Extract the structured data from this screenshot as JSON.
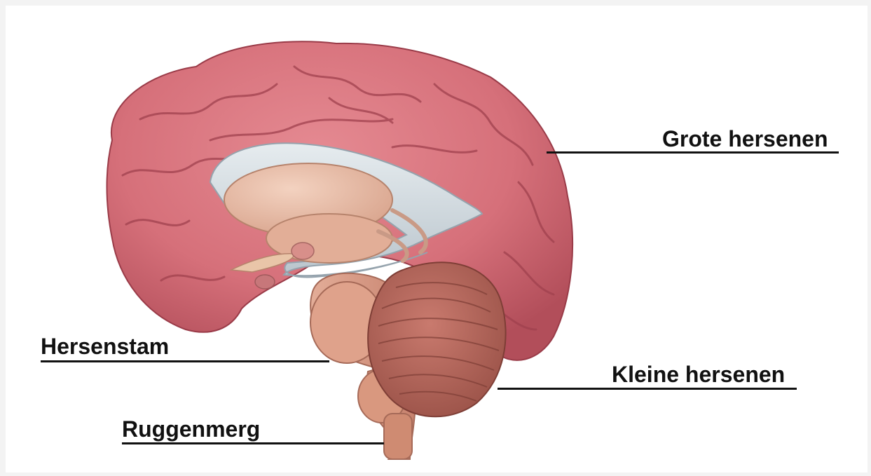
{
  "labels": {
    "cerebrum": "Grote hersenen",
    "brainstem": "Hersenstam",
    "cerebellum": "Kleine hersenen",
    "spinal_cord": "Ruggenmerg"
  },
  "colors": {
    "background": "#ffffff",
    "frame": "#f3f3f3",
    "cortex": "#d9707a",
    "cortex_dark": "#a8404c",
    "ventricle": "#d4dde3",
    "thalamus": "#e8b9a2",
    "cerebellum": "#b8695e",
    "brainstem": "#d89c87",
    "leader_line": "#111111"
  }
}
